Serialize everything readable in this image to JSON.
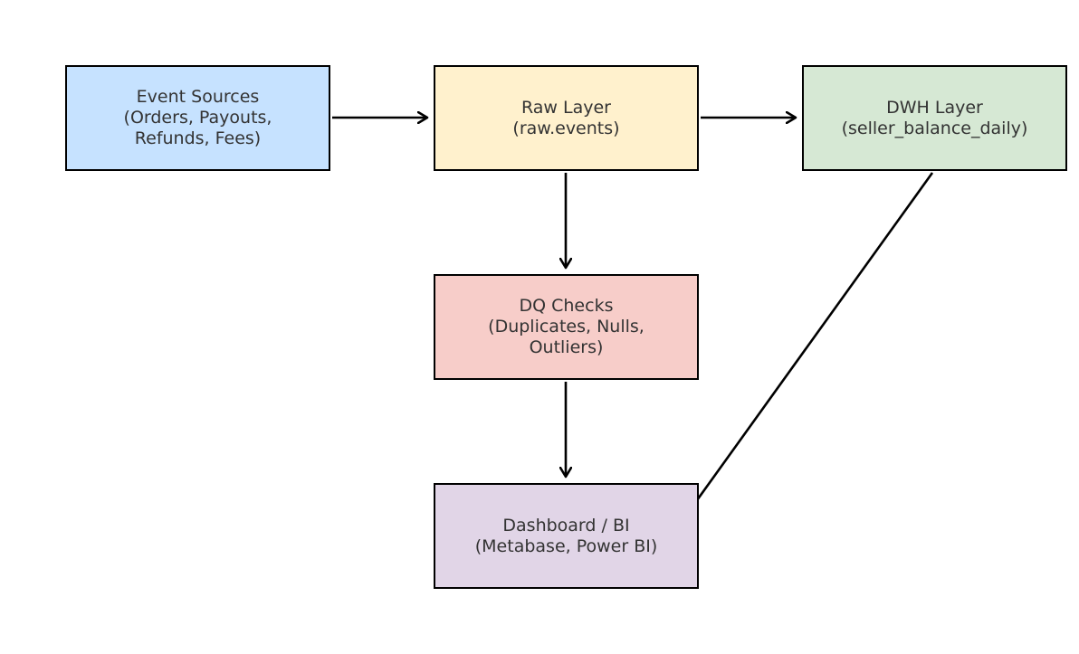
{
  "nodes": {
    "event_sources": {
      "lines": [
        "Event Sources",
        "(Orders, Payouts,",
        "Refunds, Fees)"
      ],
      "color": "#c6e2ff"
    },
    "raw_layer": {
      "lines": [
        "Raw Layer",
        "(raw.events)"
      ],
      "color": "#fff1cd"
    },
    "dwh_layer": {
      "lines": [
        "DWH Layer",
        "(seller_balance_daily)"
      ],
      "color": "#d6e8d4"
    },
    "dq_checks": {
      "lines": [
        "DQ Checks",
        "(Duplicates, Nulls,",
        "Outliers)"
      ],
      "color": "#f7cdc9"
    },
    "dashboard": {
      "lines": [
        "Dashboard / BI",
        "(Metabase, Power BI)"
      ],
      "color": "#e1d5e7"
    }
  },
  "edges": [
    {
      "from": "event_sources",
      "to": "raw_layer"
    },
    {
      "from": "raw_layer",
      "to": "dwh_layer"
    },
    {
      "from": "raw_layer",
      "to": "dq_checks"
    },
    {
      "from": "dq_checks",
      "to": "dashboard"
    },
    {
      "from": "dwh_layer",
      "to": "dashboard"
    }
  ]
}
